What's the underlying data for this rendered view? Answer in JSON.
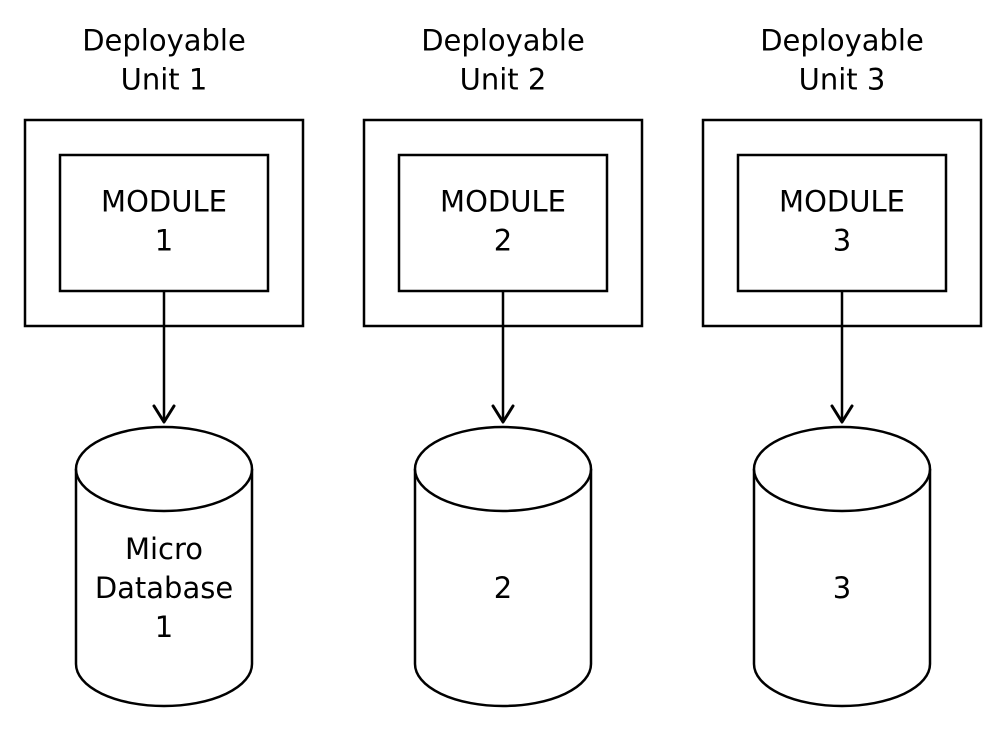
{
  "units": [
    {
      "title_lines": [
        "Deployable",
        "Unit 1"
      ],
      "module_lines": [
        "MODULE",
        "1"
      ],
      "database_lines": [
        "Micro",
        "Database",
        "1"
      ]
    },
    {
      "title_lines": [
        "Deployable",
        "Unit 2"
      ],
      "module_lines": [
        "MODULE",
        "2"
      ],
      "database_lines": [
        "2"
      ]
    },
    {
      "title_lines": [
        "Deployable",
        "Unit 3"
      ],
      "module_lines": [
        "MODULE",
        "3"
      ],
      "database_lines": [
        "3"
      ]
    }
  ]
}
